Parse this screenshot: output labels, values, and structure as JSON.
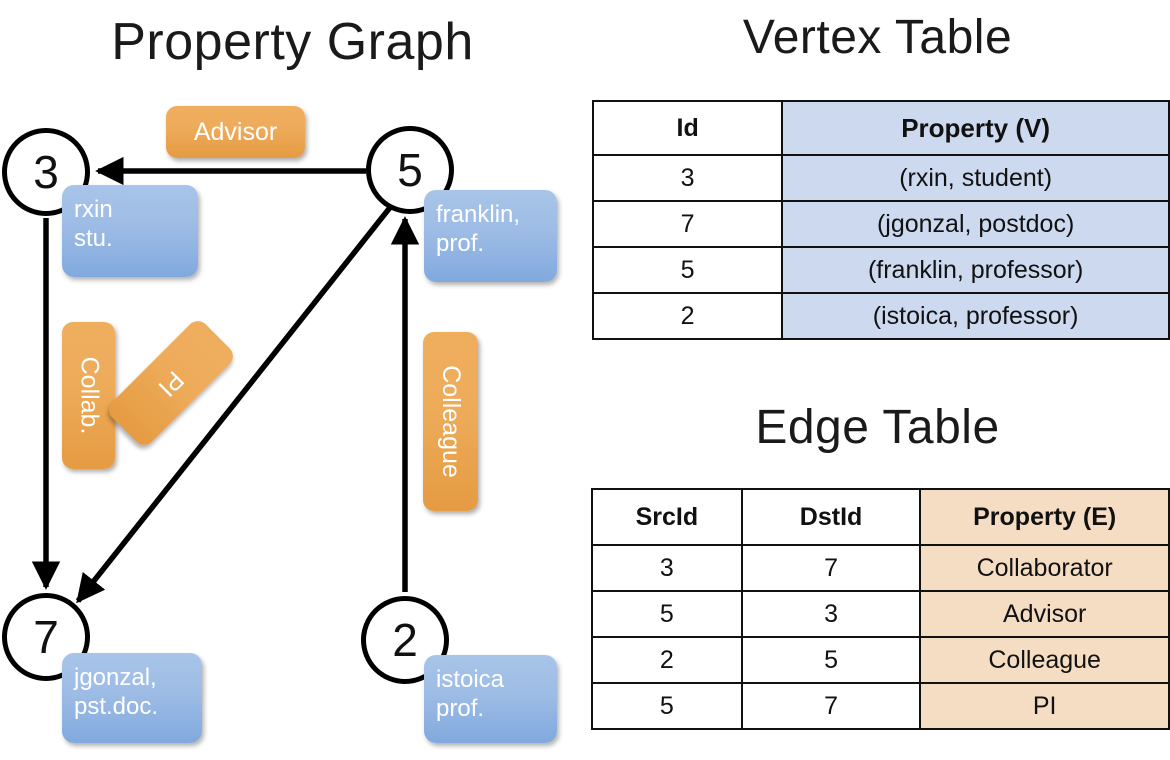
{
  "titles": {
    "property_graph": "Property Graph",
    "vertex_table": "Vertex Table",
    "edge_table": "Edge Table"
  },
  "graph": {
    "nodes": [
      {
        "id": "3",
        "property": "rxin\nstu."
      },
      {
        "id": "5",
        "property": "franklin,\nprof."
      },
      {
        "id": "7",
        "property": "jgonzal,\npst.doc."
      },
      {
        "id": "2",
        "property": "istoica\nprof."
      }
    ],
    "node_labels": {
      "n3": "3",
      "n5": "5",
      "n7": "7",
      "n2": "2"
    },
    "properties": {
      "rxin_line1": "rxin",
      "rxin_line2": "stu.",
      "franklin_line1": "franklin,",
      "franklin_line2": "prof.",
      "jgonzal_line1": "jgonzal,",
      "jgonzal_line2": "pst.doc.",
      "istoica_line1": "istoica",
      "istoica_line2": "prof."
    },
    "edge_labels": {
      "advisor": "Advisor",
      "collab": "Collab.",
      "pi": "PI",
      "colleague": "Colleague"
    },
    "edges": [
      {
        "src": "5",
        "dst": "3",
        "label": "Advisor"
      },
      {
        "src": "3",
        "dst": "7",
        "label": "Collab."
      },
      {
        "src": "5",
        "dst": "7",
        "label": "PI"
      },
      {
        "src": "2",
        "dst": "5",
        "label": "Colleague"
      }
    ]
  },
  "vertex_table": {
    "headers": [
      "Id",
      "Property (V)"
    ],
    "rows": [
      {
        "id": "3",
        "property": "(rxin, student)"
      },
      {
        "id": "7",
        "property": "(jgonzal, postdoc)"
      },
      {
        "id": "5",
        "property": "(franklin, professor)"
      },
      {
        "id": "2",
        "property": "(istoica, professor)"
      }
    ]
  },
  "edge_table": {
    "headers": [
      "SrcId",
      "DstId",
      "Property (E)"
    ],
    "rows": [
      {
        "src": "3",
        "dst": "7",
        "property": "Collaborator"
      },
      {
        "src": "5",
        "dst": "3",
        "property": "Advisor"
      },
      {
        "src": "2",
        "dst": "5",
        "property": "Colleague"
      },
      {
        "src": "5",
        "dst": "7",
        "property": "PI"
      }
    ]
  },
  "colors": {
    "vertex_property_fill": "#ccd9ef",
    "edge_property_fill": "#f5ddc4",
    "node_box_blue": "#9dbce5",
    "edge_label_orange": "#eeac5b",
    "stroke": "#111111",
    "background": "#ffffff"
  }
}
